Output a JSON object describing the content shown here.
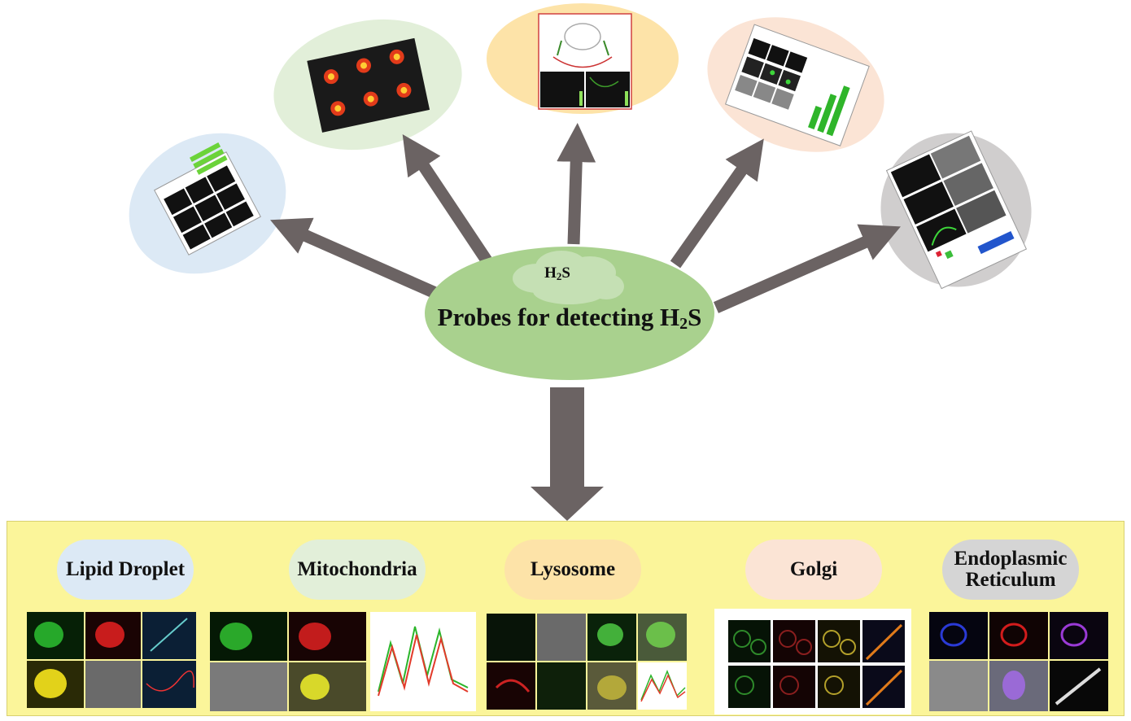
{
  "center": {
    "cloud_formula": "H",
    "cloud_sub": "2",
    "cloud_tail": "S",
    "title_main": "Probes for detecting H",
    "title_sub": "2",
    "title_tail": "S"
  },
  "organelles": [
    {
      "label_line1": "Lipid Droplet",
      "label_line2": "",
      "color": "#dce9f5"
    },
    {
      "label_line1": "Mitochondria",
      "label_line2": "",
      "color": "#e2efd9"
    },
    {
      "label_line1": "Lysosome",
      "label_line2": "",
      "color": "#fde3a8"
    },
    {
      "label_line1": "Golgi",
      "label_line2": "",
      "color": "#fbe4d5"
    },
    {
      "label_line1": "Endoplasmic",
      "label_line2": "Reticulum",
      "color": "#d5d5d5"
    }
  ],
  "colors": {
    "panel": "#fbf59a",
    "center_ellipse": "#a9d18e",
    "cloud": "#c5e0b4",
    "arrow": "#6b6363",
    "oval_blue": "#dce9f5",
    "oval_green": "#e2efd9",
    "oval_yellow": "#fde3a8",
    "oval_peach": "#fbe4d5",
    "oval_gray": "#d0cece"
  }
}
